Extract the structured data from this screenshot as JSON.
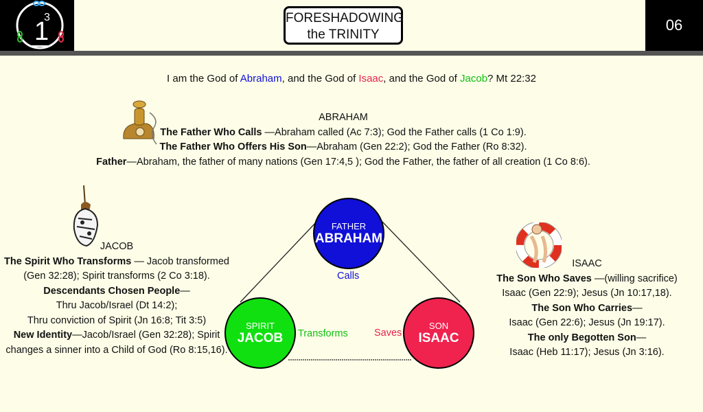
{
  "header": {
    "title_line1": "FORESHADOWING",
    "title_line2": "the TRINITY",
    "page_number": "06",
    "logo_text": "1",
    "logo_superscript": "3"
  },
  "verse": {
    "prefix": "I am the God of ",
    "name1": "Abraham",
    "mid1": ", and the God of ",
    "name2": "Isaac",
    "mid2": ", and the God of ",
    "name3": "Jacob",
    "suffix": "? Mt 22:32"
  },
  "abraham": {
    "heading": "ABRAHAM",
    "line1_bold": "The Father Who Calls",
    "line1_rest": " —Abraham called (Ac 7:3); God the Father calls (1 Co 1:9).",
    "line2_bold": "The Father Who Offers His Son",
    "line2_rest": "—Abraham (Gen 22:2); God the Father (Ro 8:32).",
    "line3_bold": "Father",
    "line3_rest": "—Abraham, the father of many nations (Gen 17:4,5 ); God the Father, the father of all creation (1 Co 8:6)."
  },
  "jacob": {
    "heading": "JACOB",
    "line1_bold": "The Spirit Who Transforms",
    "line1_rest": " — Jacob transformed",
    "line2": "(Gen 32:28); Spirit transforms (2 Co 3:18).",
    "line3_bold": "Descendants Chosen People",
    "line3_rest": "—",
    "line4": "Thru Jacob/Israel (Dt 14:2);",
    "line5": "Thru conviction of Spirit (Jn 16:8; Tit 3:5)",
    "line6_bold": "New Identity",
    "line6_rest": "—Jacob/Israel (Gen 32:28); Spirit",
    "line7": "changes a sinner into a Child of God (Ro 8:15,16)."
  },
  "isaac": {
    "heading": "ISAAC",
    "line1_bold": "The Son Who Saves",
    "line1_rest": " —(willing sacrifice)",
    "line2": "Isaac (Gen 22:9); Jesus (Jn 10:17,18).",
    "line3_bold": "The Son Who Carries",
    "line3_rest": "—",
    "line4": "Isaac (Gen 22:6); Jesus (Jn 19:17).",
    "line5_bold": "The only Begotten Son",
    "line5_rest": "—",
    "line6": "Isaac (Heb 11:17); Jesus (Jn 3:16)."
  },
  "diagram": {
    "father": {
      "small": "FATHER",
      "big": "ABRAHAM",
      "color": "#1010d8"
    },
    "spirit": {
      "small": "SPIRIT",
      "big": "JACOB",
      "color": "#10e010"
    },
    "son": {
      "small": "SON",
      "big": "ISAAC",
      "color": "#f0224e"
    },
    "label_calls": "Calls",
    "label_transforms": "Transforms",
    "label_saves": "Saves"
  },
  "icons": [
    "telephone-icon",
    "butterfly-icon",
    "lifebuoy-icon",
    "trinity-logo-icon"
  ]
}
